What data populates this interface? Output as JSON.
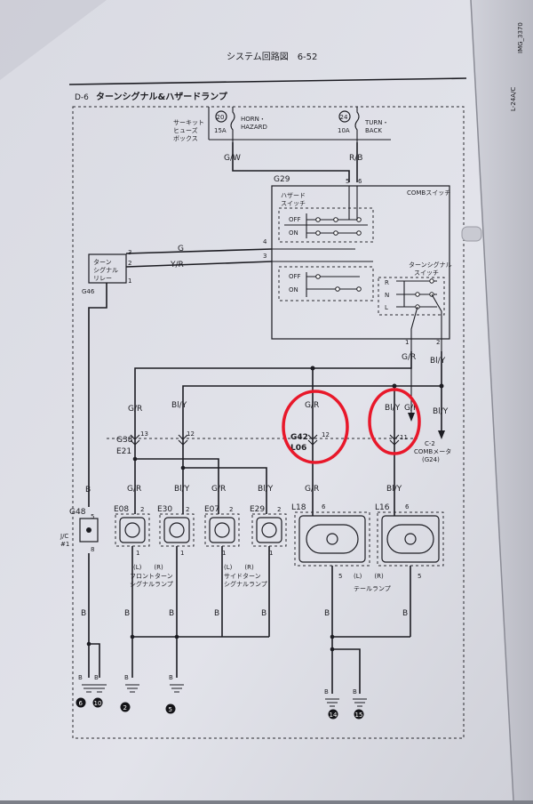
{
  "page": {
    "header": "システム回路図　6-52",
    "section_code": "D-6",
    "section_title": "ターンシグナル&ハザードランプ",
    "photo_tag": "IMG_3370",
    "next_page_fragment": "L-24A/C"
  },
  "fuse_box": {
    "label": "サーキット\nヒューズ\nボックス",
    "fuses": [
      {
        "id": "20",
        "rating": "15A",
        "name": "HORN・\nHAZARD",
        "wire": "G/W"
      },
      {
        "id": "24",
        "rating": "10A",
        "name": "TURN・\nBACK",
        "wire": "R/B"
      }
    ]
  },
  "comb_switch": {
    "connector": "G29",
    "label": "COMBスイッチ",
    "pins": [
      "5",
      "6",
      "4",
      "3",
      "1"
    ],
    "hazard": {
      "label": "ハザード\nスイッチ",
      "positions": [
        "OFF",
        "ON"
      ]
    },
    "turn": {
      "label": "ターンシグナル\nスイッチ",
      "positions_left": [
        "OFF",
        "ON"
      ],
      "positions_right": [
        "R",
        "N",
        "L"
      ]
    }
  },
  "relay": {
    "label": "ターン\nシグナル\nリレー",
    "connector": "G46",
    "pins": [
      "3",
      "2",
      "1"
    ],
    "wires": [
      "G",
      "Y/R"
    ]
  },
  "wires": {
    "gr": "G/R",
    "bly": "Bl/Y",
    "b": "B",
    "bly_alt": "Bl/Y",
    "gr_alt": "G/R",
    "bly_out": "Bl/Y"
  },
  "connectors": {
    "g38": "G38",
    "e21": "E21",
    "g38_pins": [
      "13",
      "12"
    ],
    "g42": "G42",
    "l06": "L06",
    "g42_pin": "12",
    "meter_pin": "11",
    "meter": "C-2\nCOMBメータ\n(G24)"
  },
  "jc": {
    "connector": "G48",
    "label": "J/C\n#1",
    "pins": [
      "5",
      "8"
    ]
  },
  "lamps": [
    {
      "id": "E08",
      "wire": "G/R",
      "pins": [
        "2",
        "1"
      ]
    },
    {
      "id": "E30",
      "wire": "Bl/Y",
      "pins": [
        "2",
        "1"
      ]
    },
    {
      "id": "E07",
      "wire": "G/R",
      "pins": [
        "2",
        "1"
      ]
    },
    {
      "id": "E29",
      "wire": "Bl/Y",
      "pins": [
        "2",
        "1"
      ]
    },
    {
      "id": "L18",
      "wire": "G/R",
      "pins": [
        "6",
        "5"
      ]
    },
    {
      "id": "L16",
      "wire": "Bl/Y",
      "pins": [
        "6",
        "5"
      ]
    }
  ],
  "lamp_groups": {
    "front": "(L)　　(R)\nフロントターン\nシグナルランプ",
    "side": "(L)　　(R)\nサイドターン\nシグナルランプ",
    "tail": "(L)　　(R)\nテールランプ"
  },
  "grounds": [
    {
      "label": "B",
      "id": "6"
    },
    {
      "label": "B",
      "id": "10"
    },
    {
      "label": "B",
      "id": "2"
    },
    {
      "label": "B",
      "id": "5"
    },
    {
      "label": "B",
      "id": "14"
    },
    {
      "label": "B",
      "id": "15"
    }
  ],
  "colors": {
    "paper": "#dcdde4",
    "ink": "#1c1c22",
    "highlight": "#e8182a",
    "background": "#7c7f88"
  },
  "highlights": [
    {
      "target": "G42 / L06 G/R connector"
    },
    {
      "target": "Bl/Y G/R connector 11"
    }
  ]
}
